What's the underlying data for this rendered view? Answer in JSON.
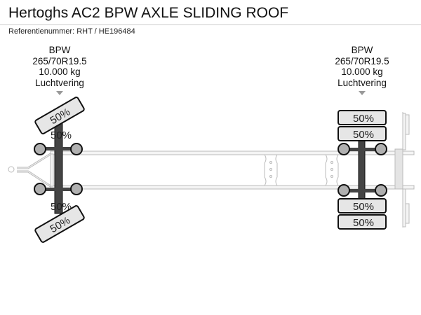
{
  "header": {
    "title": "Hertoghs AC2 BPW AXLE SLIDING ROOF",
    "reference": "Referentienummer: RHT / HE196484"
  },
  "axles": [
    {
      "brand": "BPW",
      "tyre": "265/70R19.5",
      "load": "10.000 kg",
      "suspension": "Luchtvering",
      "tyre_loads": [
        "50%",
        "50%",
        "50%",
        "50%"
      ]
    },
    {
      "brand": "BPW",
      "tyre": "265/70R19.5",
      "load": "10.000 kg",
      "suspension": "Luchtvering",
      "tyre_loads": [
        "50%",
        "50%",
        "50%",
        "50%"
      ]
    }
  ],
  "colors": {
    "axle": "#444444",
    "tyre": "#e6e6e6",
    "wheel": "#b0b0b0",
    "frame": "#bbbbbb"
  }
}
